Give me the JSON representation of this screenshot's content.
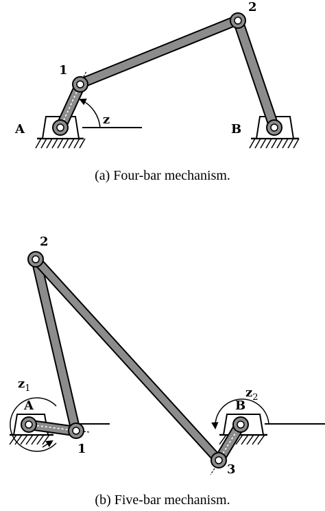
{
  "colors": {
    "link_fill": "#8c8c8c",
    "stroke": "#000000",
    "background": "#ffffff"
  },
  "four_bar": {
    "caption": "(a) Four-bar mechanism.",
    "labels": {
      "joint1": "1",
      "joint2": "2",
      "ground_a": "A",
      "ground_b": "B",
      "angle": "z"
    }
  },
  "five_bar": {
    "caption": "(b) Five-bar mechanism.",
    "labels": {
      "joint1": "1",
      "joint2": "2",
      "joint3": "3",
      "ground_a": "A",
      "ground_b": "B",
      "angle1_base": "z",
      "angle1_sub": "1",
      "angle2_base": "z",
      "angle2_sub": "2"
    }
  }
}
